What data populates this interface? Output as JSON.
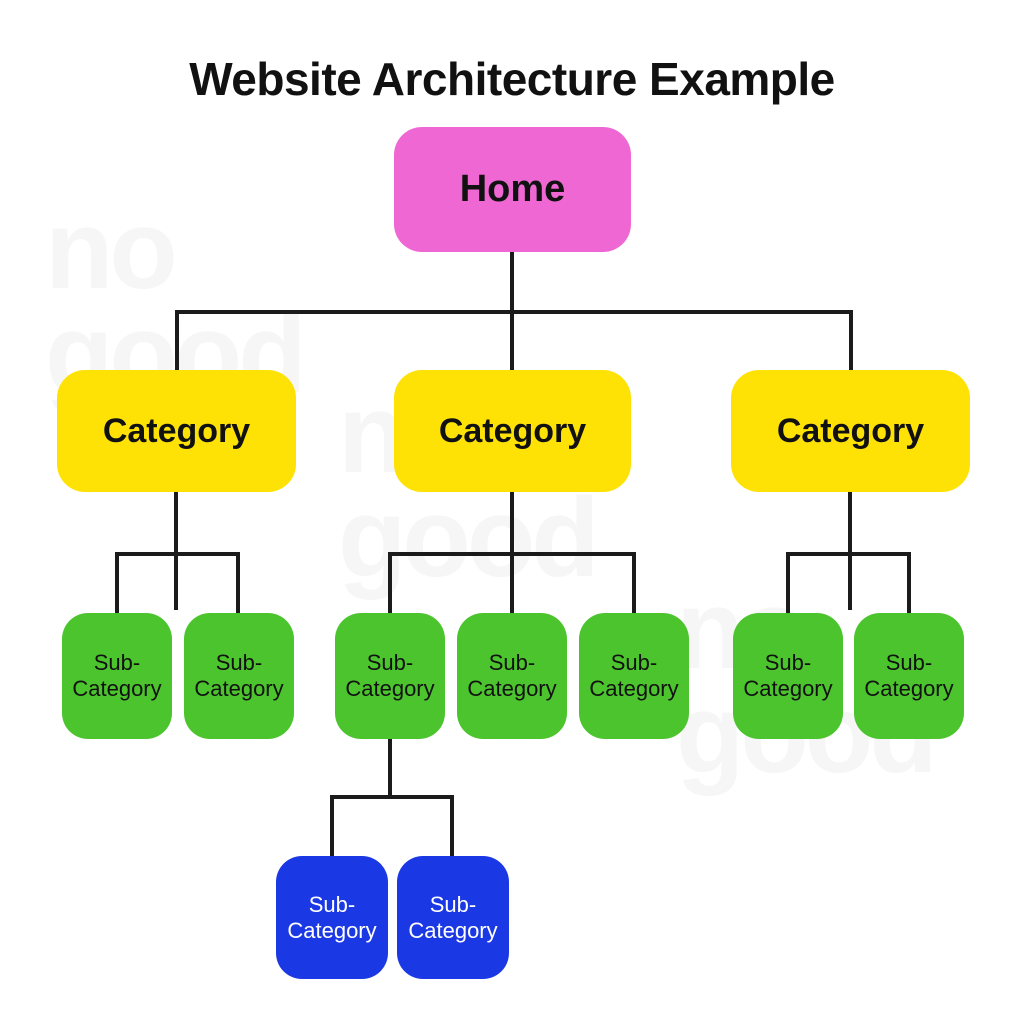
{
  "title": "Website Architecture Example",
  "colors": {
    "home_box": "#ee67d3",
    "category_box": "#ffe205",
    "subcategory_box": "#4cc42e",
    "sub_subcategory_box": "#1b38e5",
    "connector_line": "#1b1b1b",
    "watermark": "#f6f6f6",
    "text_dark": "#111111",
    "text_light": "#ffffff"
  },
  "watermarks": [
    {
      "line1": "no",
      "line2": "good"
    },
    {
      "line1": "no",
      "line2": "good"
    },
    {
      "line1": "no",
      "line2": "good"
    }
  ],
  "tree": {
    "home": {
      "label": "Home"
    },
    "categories": [
      {
        "label": "Category"
      },
      {
        "label": "Category"
      },
      {
        "label": "Category"
      }
    ],
    "subcategories": {
      "green": [
        {
          "line1": "Sub-",
          "line2": "Category"
        },
        {
          "line1": "Sub-",
          "line2": "Category"
        },
        {
          "line1": "Sub-",
          "line2": "Category"
        },
        {
          "line1": "Sub-",
          "line2": "Category"
        },
        {
          "line1": "Sub-",
          "line2": "Category"
        },
        {
          "line1": "Sub-",
          "line2": "Category"
        },
        {
          "line1": "Sub-",
          "line2": "Category"
        }
      ],
      "blue": [
        {
          "line1": "Sub-",
          "line2": "Category"
        },
        {
          "line1": "Sub-",
          "line2": "Category"
        }
      ]
    }
  }
}
